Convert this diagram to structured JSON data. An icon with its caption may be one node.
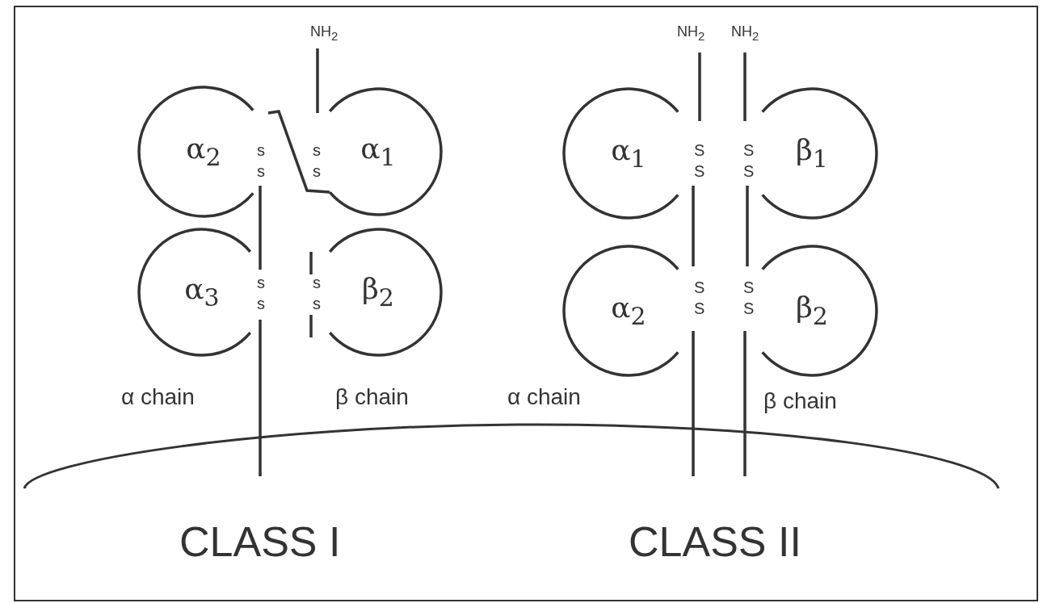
{
  "diagram": {
    "nodes": [
      {
        "text": [
          "α$_{2}$"
        ]
      },
      {
        "text": [
          "α$_{1}$"
        ]
      },
      {
        "text": [
          "α$_{3}$"
        ]
      },
      {
        "text": [
          "β$_{2}$"
        ]
      },
      {
        "text": [
          "α$_{1}$"
        ]
      },
      {
        "text": [
          "β$_{1}$"
        ]
      },
      {
        "text": [
          "α$_{2}$"
        ]
      },
      {
        "text": [
          "β$_{2}$"
        ]
      }
    ],
    "labels": [
      "NH$_{2}$",
      "NH$_{2}$",
      "NH$_{2}$",
      "s",
      "s",
      "s",
      "s",
      "s",
      "s",
      "s",
      "s",
      "S",
      "S",
      "S",
      "S",
      "S",
      "S",
      "S",
      "S",
      "α chain",
      "β chain",
      "α chain",
      "β chain",
      "CLASS I",
      "CLASS II"
    ]
  }
}
